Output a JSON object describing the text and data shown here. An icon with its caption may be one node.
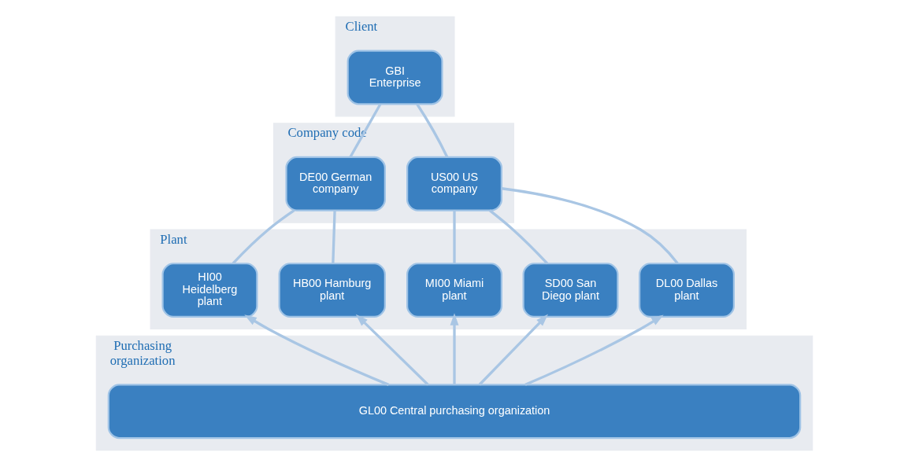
{
  "diagram": {
    "nodes": [
      {
        "text": [
          "Client"
        ]
      },
      {
        "text": [
          "GBI Enterprise"
        ],
        "in": 0
      },
      {
        "text": [
          "Company code"
        ]
      },
      {
        "text": [
          "US00 US company"
        ],
        "in": 2
      },
      {
        "text": [
          "DE00 German company"
        ],
        "in": 2
      },
      {
        "text": [
          "Plant"
        ]
      },
      {
        "text": [
          "DL00 Dallas plant"
        ],
        "in": 5
      },
      {
        "text": [
          "SD00 San Diego plant"
        ],
        "in": 5
      },
      {
        "text": [
          "MI00 Miami plant"
        ],
        "in": 5
      },
      {
        "text": [
          "HB00 Hamburg plant"
        ],
        "in": 5
      },
      {
        "text": [
          "HI00 Heidelberg plant"
        ],
        "in": 5
      },
      {
        "text": [
          "Purchasing organization"
        ]
      },
      {
        "text": [
          "GL00 Central purchasing organization"
        ],
        "in": 11
      }
    ],
    "edges": [
      {
        "from": 1,
        "to": 3,
        "arrow": "none"
      },
      {
        "from": 1,
        "to": 4,
        "arrow": "none"
      },
      {
        "from": 3,
        "to": 6,
        "arrow": "none"
      },
      {
        "from": 3,
        "to": 7,
        "arrow": "none"
      },
      {
        "from": 3,
        "to": 8,
        "arrow": "none"
      },
      {
        "from": 4,
        "to": 9,
        "arrow": "none"
      },
      {
        "from": 4,
        "to": 10,
        "arrow": "none"
      },
      {
        "from": 12,
        "to": 6,
        "arrow": "to"
      },
      {
        "from": 12,
        "to": 7,
        "arrow": "to"
      },
      {
        "from": 12,
        "to": 8,
        "arrow": "to"
      },
      {
        "from": 12,
        "to": 9,
        "arrow": "to"
      },
      {
        "from": 12,
        "to": 10,
        "arrow": "to"
      }
    ]
  }
}
